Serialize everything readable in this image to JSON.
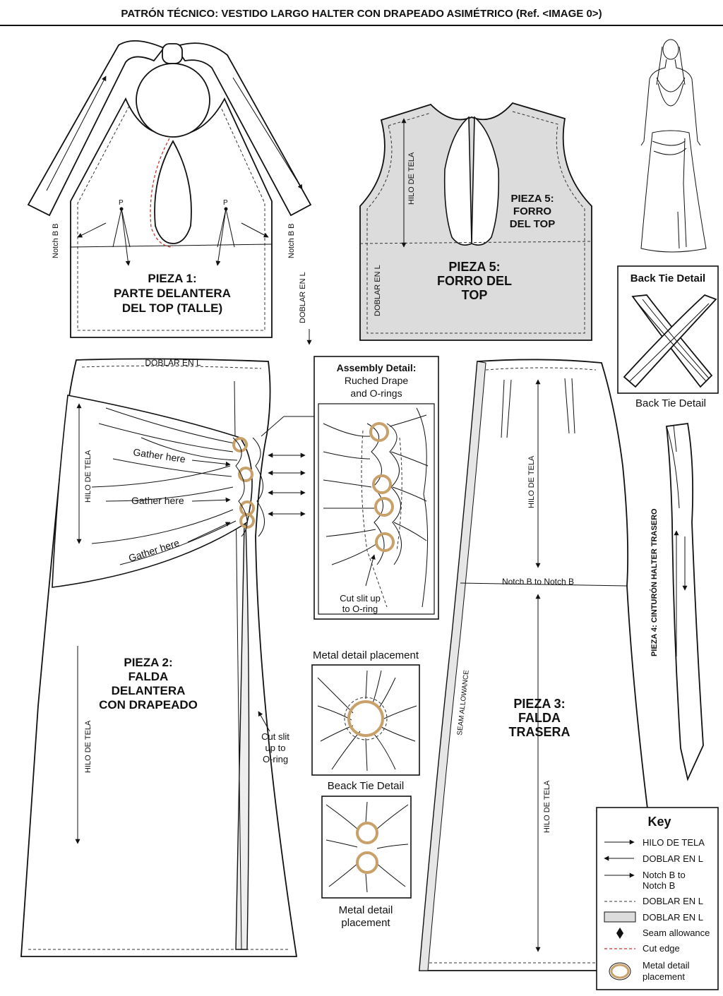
{
  "header": {
    "title": "PATRÓN TÉCNICO: VESTIDO LARGO HALTER CON DRAPEADO ASIMÉTRICO (Ref. <IMAGE 0>)"
  },
  "piece1": {
    "title_lines": [
      "PIEZA 1:",
      "PARTE DELANTERA",
      "DEL TOP (TALLE)"
    ],
    "notch_left": "Notch B B",
    "notch_right": "Notch B B",
    "fold": "DOBLAR EN L",
    "point_label": "P"
  },
  "piece5": {
    "grain": "HILO DE TELA",
    "fold": "DOBLAR EN L",
    "upper_lines": [
      "PIEZA 5:",
      "FORRO",
      "DEL TOP"
    ],
    "lower_lines": [
      "PIEZA 5:",
      "FORRO DEL",
      "TOP"
    ]
  },
  "back_tie": {
    "heading": "Back Tie Detail",
    "caption": "Back Tie Detail"
  },
  "piece2": {
    "fold": "DOBLAR EN L",
    "grain_upper": "HILO DE TELA",
    "grain_lower": "HILO DE TELA",
    "gather_labels": [
      "Gather here",
      "Gather here",
      "Gather here"
    ],
    "title_lines": [
      "PIEZA 2:",
      "FALDA",
      "DELANTERA",
      "CON DRAPEADO"
    ],
    "slit_lines": [
      "Cut slit",
      "up to",
      "O-ring"
    ]
  },
  "assembly": {
    "heading": "Assembly Detail:",
    "sub_lines": [
      "Ruched Drape",
      "and O-rings"
    ],
    "slit_lines": [
      "Cut slit up",
      "to O-ring"
    ]
  },
  "metal1": {
    "heading": "Metal detail placement",
    "caption": "Beack Tie Detail"
  },
  "metal2": {
    "caption_lines": [
      "Metal detail",
      "placement"
    ]
  },
  "piece3": {
    "grain_upper": "HILO DE TELA",
    "grain_lower": "HILO DE TELA",
    "notch": "Notch B to Notch B",
    "seam": "SEAM ALLOWANCE",
    "title_lines": [
      "PIEZA 3:",
      "FALDA",
      "TRASERA"
    ]
  },
  "piece4": {
    "label": "PIEZA 4: CINTURÓN HALTER TRASERO"
  },
  "key": {
    "title": "Key",
    "items": [
      {
        "symbol": "arrow-right",
        "label_lines": [
          "HILO DE TELA"
        ]
      },
      {
        "symbol": "arrow-left",
        "label_lines": [
          "DOBLAR EN L"
        ]
      },
      {
        "symbol": "arrow-right",
        "label_lines": [
          "Notch B to",
          "Notch B"
        ]
      },
      {
        "symbol": "dashed-line",
        "label_lines": [
          "DOBLAR EN L"
        ]
      },
      {
        "symbol": "grey-fill",
        "label_lines": [
          "DOBLAR EN L"
        ]
      },
      {
        "symbol": "diamond",
        "label_lines": [
          "Seam allowance"
        ]
      },
      {
        "symbol": "red-dashed-line",
        "label_lines": [
          "Cut edge"
        ]
      },
      {
        "symbol": "metal-ring",
        "label_lines": [
          "Metal detail",
          "placement"
        ]
      }
    ]
  },
  "colors": {
    "lining_fill": "#dcdcdc",
    "cut_edge": "#c0392b",
    "metal_ring": "#c8a06a"
  }
}
